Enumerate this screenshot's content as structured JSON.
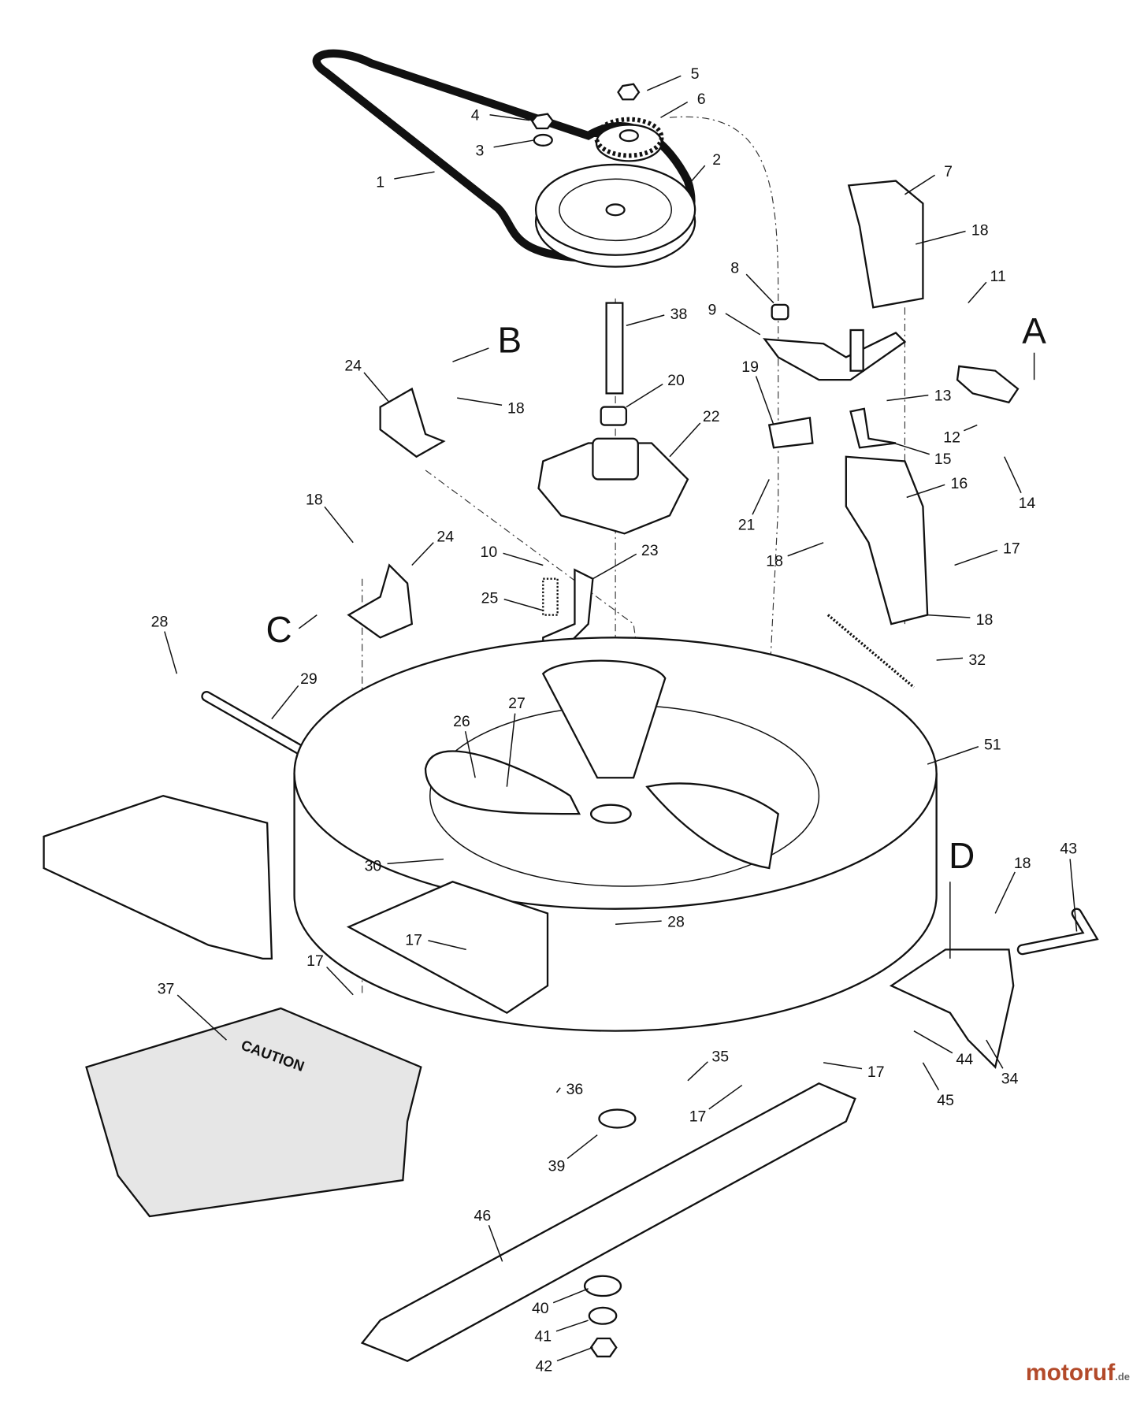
{
  "diagram": {
    "callouts": [
      "1",
      "2",
      "3",
      "4",
      "5",
      "6",
      "7",
      "18",
      "8",
      "9",
      "11",
      "38",
      "24",
      "18",
      "20",
      "19",
      "13",
      "22",
      "12",
      "15",
      "14",
      "16",
      "21",
      "18",
      "24",
      "10",
      "23",
      "17",
      "18",
      "25",
      "18",
      "28",
      "32",
      "29",
      "27",
      "26",
      "51",
      "43",
      "18",
      "30",
      "28",
      "17",
      "17",
      "37",
      "44",
      "34",
      "17",
      "35",
      "36",
      "45",
      "17",
      "39",
      "46",
      "40",
      "41",
      "42"
    ],
    "view_markers": [
      "A",
      "B",
      "C",
      "D"
    ],
    "decal_text": "CAUTION"
  },
  "watermark": {
    "text": "motoruf",
    "suffix": ".de"
  }
}
